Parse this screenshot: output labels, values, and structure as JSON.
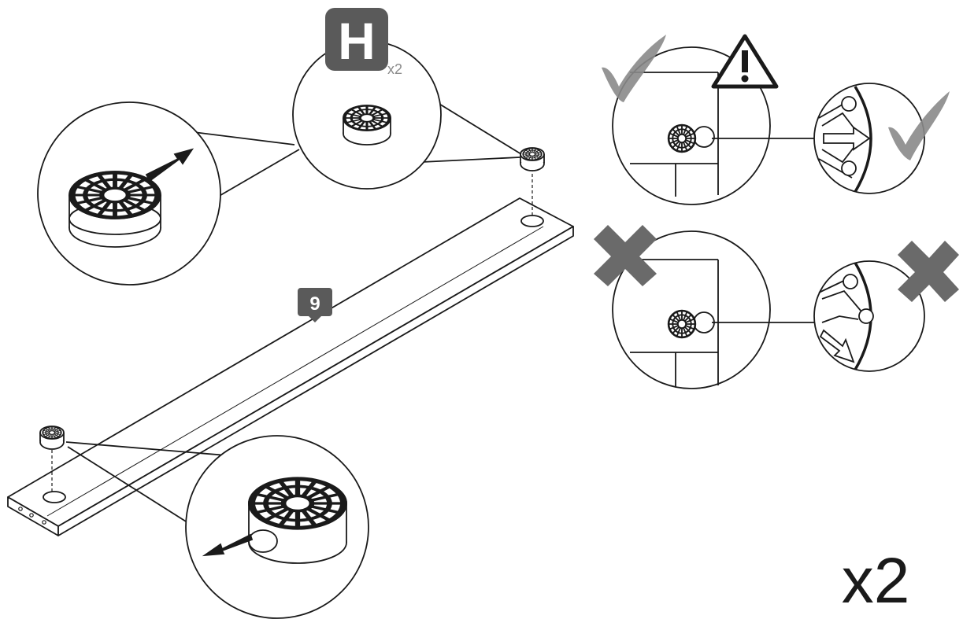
{
  "part_badge": {
    "letter": "H",
    "quantity": "x2",
    "color": "#5a5a5a"
  },
  "panel_badge": {
    "number": "9",
    "color": "#5a5a5a"
  },
  "repeat_count": "x2",
  "status_marks": {
    "correct": {
      "icon": "check-mark-icon",
      "color": "#8a8a8a"
    },
    "wrong": {
      "icon": "cross-mark-icon",
      "color": "#6a6a6a"
    },
    "warning": {
      "icon": "warning-triangle-icon",
      "color": "#1a1a1a"
    }
  },
  "colors": {
    "line": "#1a1a1a",
    "fill": "#ffffff"
  }
}
